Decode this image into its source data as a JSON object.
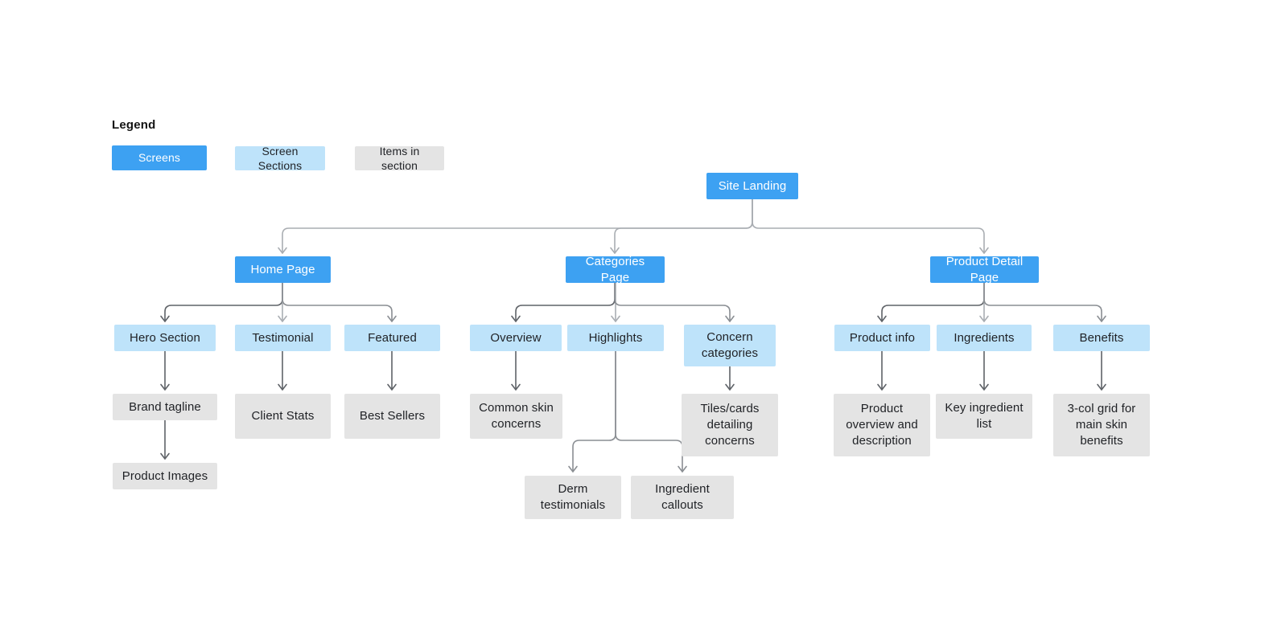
{
  "legend": {
    "title": "Legend",
    "items": [
      {
        "label": "Screens",
        "type": "screen"
      },
      {
        "label": "Screen Sections",
        "type": "section"
      },
      {
        "label": "Items in section",
        "type": "item"
      }
    ]
  },
  "colors": {
    "canvas_bg": "#ffffff",
    "screen_bg": "#3da1f2",
    "screen_text": "#ffffff",
    "section_bg": "#bee3fa",
    "item_bg": "#e4e4e4",
    "node_text": "#1f2125",
    "connector_light": "#a9adb2",
    "connector_mid": "#8a8e93",
    "connector_dark": "#5f6368"
  },
  "nodes": {
    "site_landing": {
      "label": "Site Landing",
      "type": "screen"
    },
    "home_page": {
      "label": "Home Page",
      "type": "screen"
    },
    "categories_page": {
      "label": "Categories Page",
      "type": "screen"
    },
    "product_detail_page": {
      "label": "Product Detail Page",
      "type": "screen"
    },
    "hero_section": {
      "label": "Hero Section",
      "type": "section"
    },
    "testimonial": {
      "label": "Testimonial",
      "type": "section"
    },
    "featured": {
      "label": "Featured",
      "type": "section"
    },
    "overview": {
      "label": "Overview",
      "type": "section"
    },
    "highlights": {
      "label": "Highlights",
      "type": "section"
    },
    "concern_categories": {
      "label": "Concern categories",
      "type": "section"
    },
    "product_info": {
      "label": "Product info",
      "type": "section"
    },
    "ingredients": {
      "label": "Ingredients",
      "type": "section"
    },
    "benefits": {
      "label": "Benefits",
      "type": "section"
    },
    "brand_tagline": {
      "label": "Brand tagline",
      "type": "item"
    },
    "product_images": {
      "label": "Product Images",
      "type": "item"
    },
    "client_stats": {
      "label": "Client Stats",
      "type": "item"
    },
    "best_sellers": {
      "label": "Best Sellers",
      "type": "item"
    },
    "common_skin_concerns": {
      "label": "Common skin concerns",
      "type": "item"
    },
    "derm_testimonials": {
      "label": "Derm testimonials",
      "type": "item"
    },
    "ingredient_callouts": {
      "label": "Ingredient callouts",
      "type": "item"
    },
    "tiles_cards": {
      "label": "Tiles/cards detailing concerns",
      "type": "item"
    },
    "product_overview": {
      "label": "Product overview and description",
      "type": "item"
    },
    "key_ingredient_list": {
      "label": "Key ingredient list",
      "type": "item"
    },
    "col_grid": {
      "label": "3-col grid for main skin benefits",
      "type": "item"
    }
  },
  "edges": [
    {
      "from": "site_landing",
      "to": "home_page"
    },
    {
      "from": "site_landing",
      "to": "categories_page"
    },
    {
      "from": "site_landing",
      "to": "product_detail_page"
    },
    {
      "from": "home_page",
      "to": "hero_section"
    },
    {
      "from": "home_page",
      "to": "testimonial"
    },
    {
      "from": "home_page",
      "to": "featured"
    },
    {
      "from": "categories_page",
      "to": "overview"
    },
    {
      "from": "categories_page",
      "to": "highlights"
    },
    {
      "from": "categories_page",
      "to": "concern_categories"
    },
    {
      "from": "product_detail_page",
      "to": "product_info"
    },
    {
      "from": "product_detail_page",
      "to": "ingredients"
    },
    {
      "from": "product_detail_page",
      "to": "benefits"
    },
    {
      "from": "hero_section",
      "to": "brand_tagline"
    },
    {
      "from": "brand_tagline",
      "to": "product_images"
    },
    {
      "from": "testimonial",
      "to": "client_stats"
    },
    {
      "from": "featured",
      "to": "best_sellers"
    },
    {
      "from": "overview",
      "to": "common_skin_concerns"
    },
    {
      "from": "highlights",
      "to": "derm_testimonials"
    },
    {
      "from": "highlights",
      "to": "ingredient_callouts"
    },
    {
      "from": "concern_categories",
      "to": "tiles_cards"
    },
    {
      "from": "product_info",
      "to": "product_overview"
    },
    {
      "from": "ingredients",
      "to": "key_ingredient_list"
    },
    {
      "from": "benefits",
      "to": "col_grid"
    }
  ]
}
